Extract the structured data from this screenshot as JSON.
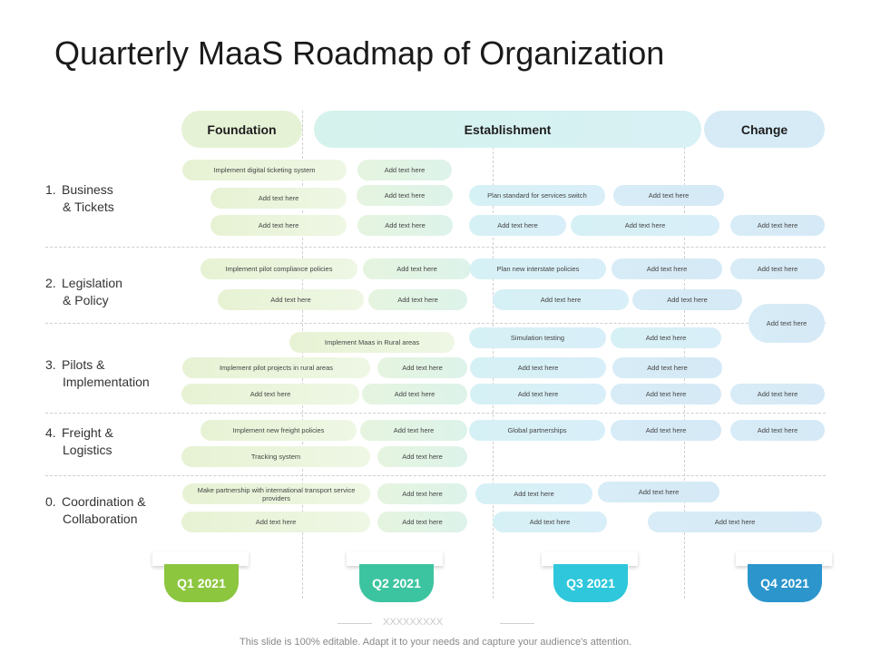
{
  "title": "Quarterly MaaS Roadmap of Organization",
  "phases": {
    "foundation": "Foundation",
    "establishment": "Establishment",
    "change": "Change"
  },
  "rows": [
    {
      "num": "1.",
      "line1": "Business",
      "line2": "& Tickets"
    },
    {
      "num": "2.",
      "line1": "Legislation",
      "line2": "& Policy"
    },
    {
      "num": "3.",
      "line1": "Pilots &",
      "line2": "Implementation"
    },
    {
      "num": "4.",
      "line1": "Freight &",
      "line2": "Logistics"
    },
    {
      "num": "0.",
      "line1": "Coordination &",
      "line2": "Collaboration"
    }
  ],
  "items": {
    "r1": [
      "Implement digital ticketing system",
      "Add text here",
      "Add text here",
      "Add text here",
      "Plan standard  for services switch",
      "Add text here",
      "Add text here",
      "Add text here",
      "Add text here",
      "Add text here",
      "Add text here"
    ],
    "r2": [
      "Implement pilot compliance policies",
      "Add text here",
      "Plan new interstate policies",
      "Add text here",
      "Add text here",
      "Add text here",
      "Add text here",
      "Add text here",
      "Add text here",
      "Add text here"
    ],
    "r3": [
      "Implement Maas in Rural areas",
      "Simulation testing",
      "Add text here",
      "Implement pilot projects in rural areas",
      "Add text here",
      "Add text here",
      "Add text here",
      "Add text here",
      "Add text here",
      "Add text here",
      "Add text here",
      "Add text here"
    ],
    "r4": [
      "Implement new freight policies",
      "Add text here",
      "Global partnerships",
      "Add text here",
      "Add text here",
      "Tracking system",
      "Add text here"
    ],
    "r5": [
      "Make partnership with international transport service providers",
      "Add text here",
      "Add text here",
      "Add text here",
      "Add text here",
      "Add text here",
      "Add text here",
      "Add text here"
    ]
  },
  "quarters": [
    "Q1 2021",
    "Q2 2021",
    "Q3 2021",
    "Q4 2021"
  ],
  "quarter_colors": [
    "#8cc63f",
    "#3cc4a0",
    "#2ec7db",
    "#2b95cc"
  ],
  "decoration": "XXXXXXXXX",
  "footer": "This slide is 100% editable. Adapt it to your needs and capture your audience's attention."
}
